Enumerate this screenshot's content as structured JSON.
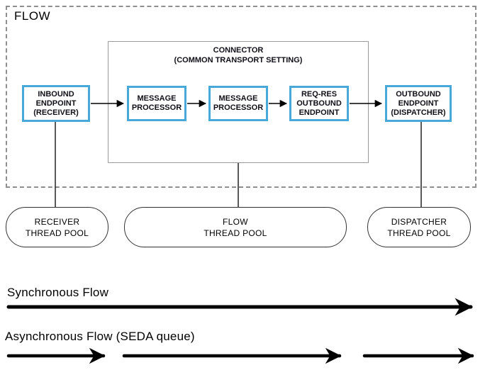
{
  "diagram": {
    "flow_label": "FLOW",
    "connector": {
      "title": "CONNECTOR\n(COMMON TRANSPORT SETTING)"
    },
    "nodes": [
      {
        "id": "inbound-endpoint",
        "label": "INBOUND\nENDPOINT\n(RECEIVER)"
      },
      {
        "id": "message-processor-1",
        "label": "MESSAGE\nPROCESSOR"
      },
      {
        "id": "message-processor-2",
        "label": "MESSAGE\nPROCESSOR"
      },
      {
        "id": "req-res-outbound-endpoint",
        "label": "REQ-RES\nOUTBOUND\nENDPOINT"
      },
      {
        "id": "outbound-endpoint",
        "label": "OUTBOUND\nENDPOINT\n(DISPATCHER)"
      }
    ],
    "thread_pools": [
      {
        "id": "receiver-thread-pool",
        "label": "RECEIVER\nTHREAD POOL"
      },
      {
        "id": "flow-thread-pool",
        "label": "FLOW\nTHREAD POOL"
      },
      {
        "id": "dispatcher-thread-pool",
        "label": "DISPATCHER\nTHREAD POOL"
      }
    ],
    "legend": {
      "synchronous": "Synchronous Flow",
      "asynchronous": "Asynchronous Flow (SEDA queue)"
    },
    "colors": {
      "node_border": "#48a8d8",
      "dashed_border": "#8f8f8f",
      "connector_border": "#9a9a9a",
      "pool_border": "#333333",
      "arrow": "#000000"
    }
  }
}
